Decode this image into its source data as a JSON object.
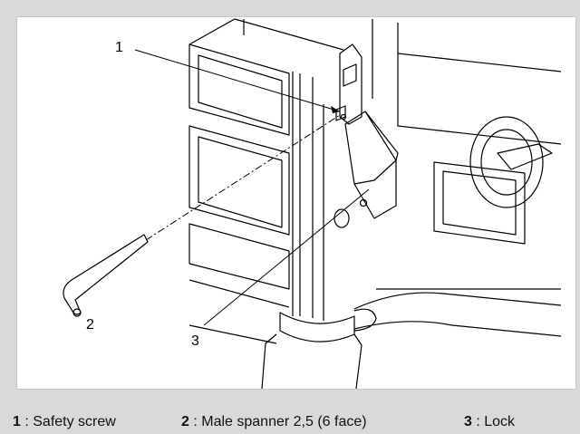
{
  "callouts": [
    {
      "number": "1"
    },
    {
      "number": "2"
    },
    {
      "number": "3"
    }
  ],
  "legend": [
    {
      "number": "1",
      "separator": " : ",
      "text": "Safety screw"
    },
    {
      "number": "2",
      "separator": " : ",
      "text": "Male spanner 2,5 (6 face)"
    },
    {
      "number": "3",
      "separator": " : ",
      "text": "Lock"
    }
  ],
  "colors": {
    "background": "#d9d9d9",
    "panel": "#ffffff",
    "line": "#000000"
  }
}
